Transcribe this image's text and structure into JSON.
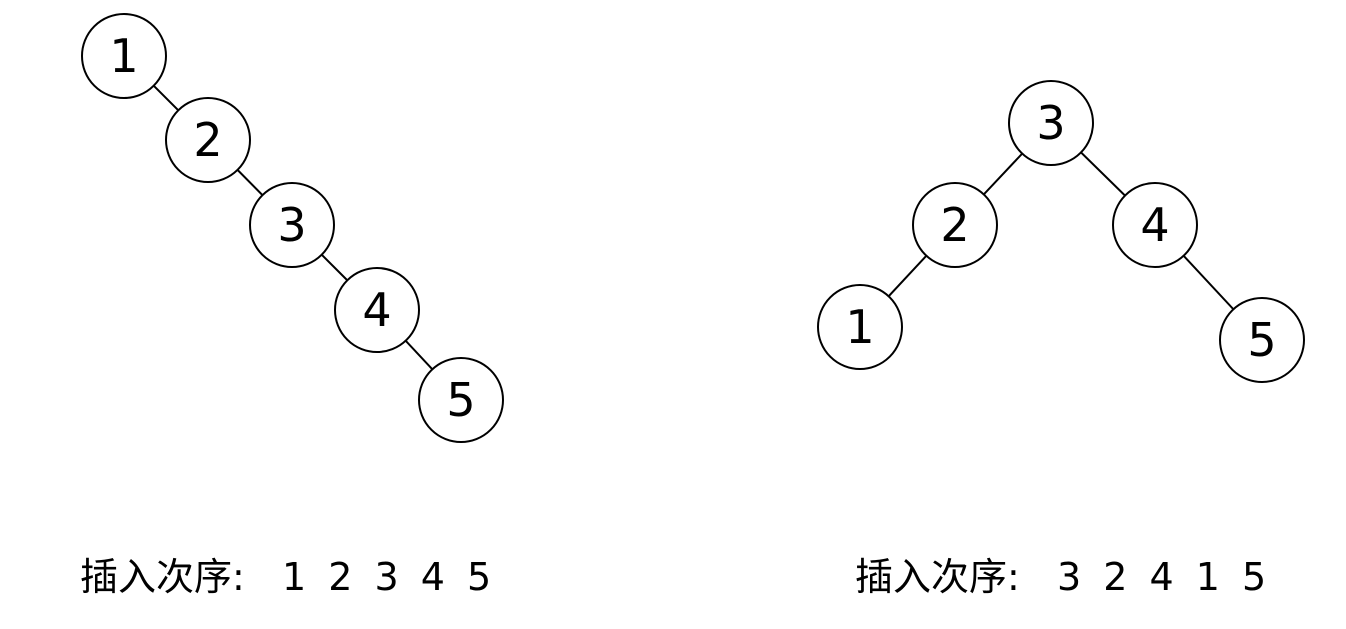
{
  "trees": [
    {
      "nodes": [
        "1",
        "2",
        "3",
        "4",
        "5"
      ],
      "caption_prefix": "插入次序:",
      "caption_sequence": "1 2 3 4 5"
    },
    {
      "nodes": [
        "3",
        "2",
        "4",
        "1",
        "5"
      ],
      "caption_prefix": "插入次序:",
      "caption_sequence": "3 2 4 1 5"
    }
  ],
  "colors": {
    "stroke": "#000000",
    "fill": "#ffffff",
    "text": "#000000"
  }
}
